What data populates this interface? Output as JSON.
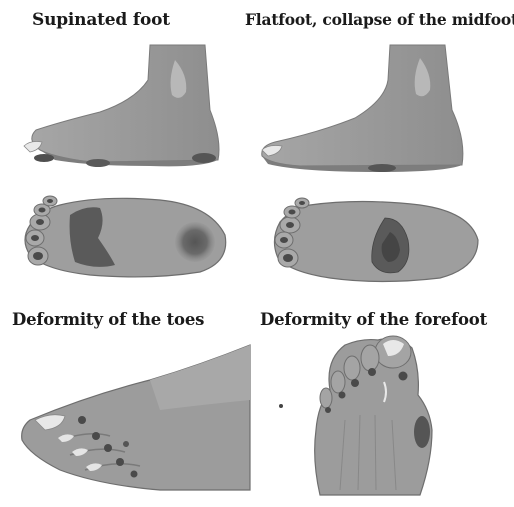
{
  "panels": [
    {
      "caption": "Supinated foot"
    },
    {
      "caption": "Flatfoot, collapse of the midfoot"
    },
    {
      "caption": "Deformity of the toes"
    },
    {
      "caption": "Deformity of the forefoot"
    }
  ],
  "colors": {
    "skin": "#9a9a9a",
    "skin_light": "#b3b3b3",
    "skin_dark": "#7a7a7a",
    "outline": "#6a6a6a",
    "pressure_dark": "#4a4a4a",
    "pressure_mid": "#5e5e5e",
    "nail": "#e8e8e8"
  }
}
